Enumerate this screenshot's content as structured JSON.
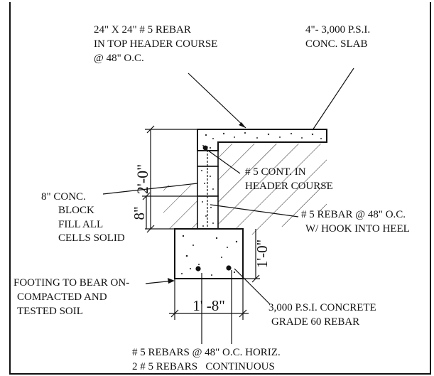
{
  "labels": {
    "top_header_rebar": [
      "24\" X 24\" # 5 REBAR",
      "IN TOP HEADER COURSE",
      "@ 48\" O.C."
    ],
    "slab": [
      "4\"- 3,000 P.S.I.",
      "CONC. SLAB"
    ],
    "cont_rebar": [
      "# 5 CONT. IN",
      "HEADER COURSE"
    ],
    "block": [
      "8\" CONC.",
      "BLOCK",
      "FILL ALL",
      "CELLS SOLID"
    ],
    "rebar_hook": [
      "# 5 REBAR @ 48\" O.C.",
      "W/ HOOK INTO HEEL"
    ],
    "footing_bear": [
      "FOOTING TO BEAR ON-",
      "COMPACTED AND",
      "TESTED SOIL"
    ],
    "concrete_spec": [
      "3,000 P.S.I. CONCRETE",
      "GRADE 60 REBAR"
    ],
    "footing_rebar": [
      "# 5 REBARS @ 48\" O.C. HORIZ.",
      "2 # 5 REBARS   CONTINUOUS"
    ]
  },
  "dimensions": {
    "wall_height": "2'-0\"",
    "block_course": "8\"",
    "footing_height": "1'-0\"",
    "footing_width": "1' -8\""
  }
}
